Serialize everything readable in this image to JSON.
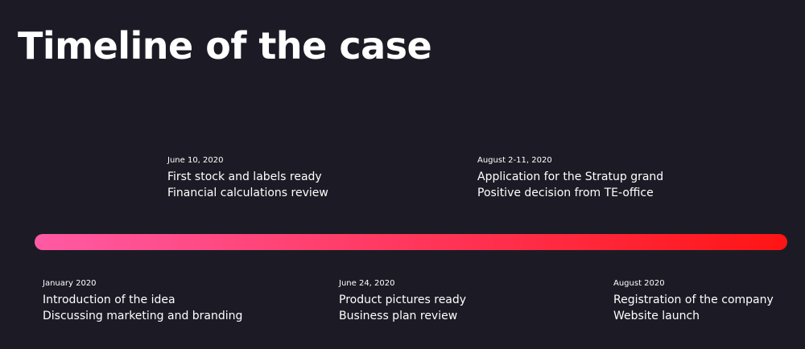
{
  "title": "Timeline of the case",
  "colors": {
    "background": "#1c1b25",
    "bar_start": "#ff5aa5",
    "bar_end": "#ff1414",
    "text": "#ffffff"
  },
  "events": [
    {
      "date": "June 10, 2020",
      "lines": [
        "First stock and labels ready",
        "Financial calculations review"
      ]
    },
    {
      "date": "August 2-11, 2020",
      "lines": [
        "Application for the Stratup grand",
        "Positive decision from TE-office"
      ]
    },
    {
      "date": "January 2020",
      "lines": [
        "Introduction of the idea",
        "Discussing marketing and branding"
      ]
    },
    {
      "date": "June 24, 2020",
      "lines": [
        "Product pictures ready",
        "Business plan review"
      ]
    },
    {
      "date": "August 2020",
      "lines": [
        "Registration of the company",
        "Website launch"
      ]
    }
  ]
}
